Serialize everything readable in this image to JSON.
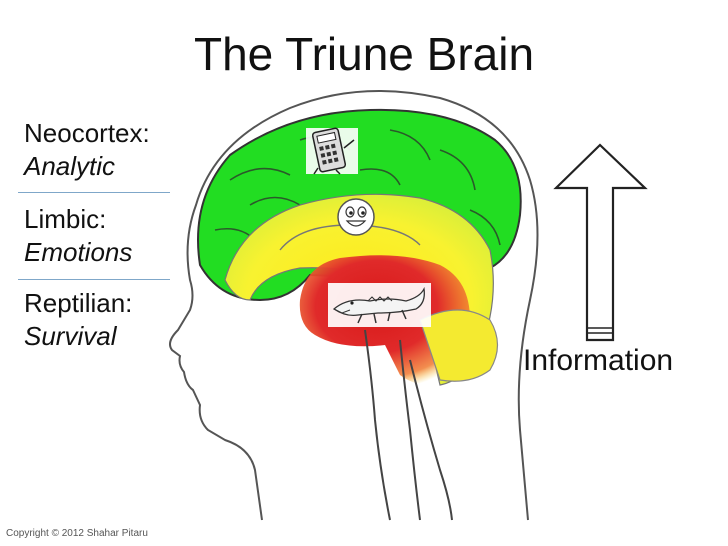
{
  "title": "The Triune Brain",
  "layers": [
    {
      "name": "Neocortex:",
      "description": "Analytic",
      "color": "#22dd22"
    },
    {
      "name": "Limbic:",
      "description": "Emotions",
      "color": "#f7f72a"
    },
    {
      "name": "Reptilian:",
      "description": "Survival",
      "color": "#dd1a1a"
    }
  ],
  "arrow_label": "Information",
  "copyright": "Copyright © 2012 Shahar Pitaru",
  "icons": {
    "neocortex": "calculator-icon",
    "limbic": "smiley-face-icon",
    "reptilian": "crocodile-icon"
  }
}
